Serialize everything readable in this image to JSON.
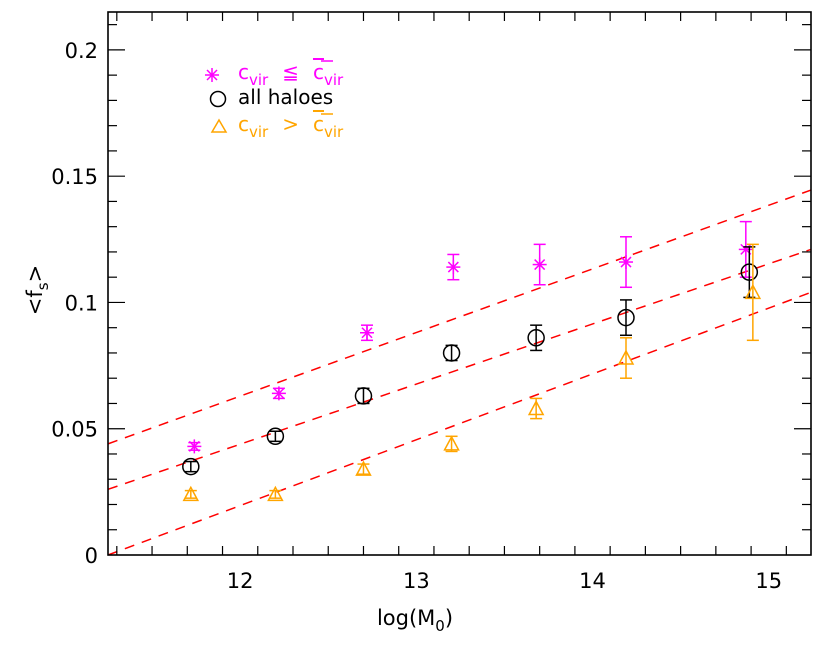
{
  "chart_data": {
    "type": "scatter",
    "title": "",
    "xlabel": "log(M_0)",
    "xlabel_main": "log(M",
    "xlabel_sub": "0",
    "xlabel_close": ")",
    "ylabel": "<f_s>",
    "ylabel_open": "<f",
    "ylabel_sub": "s",
    "ylabel_close": ">",
    "xlim": [
      11.25,
      15.24
    ],
    "ylim": [
      0,
      0.215
    ],
    "x_ticks": [
      12,
      13,
      14,
      15
    ],
    "x_tick_labels": [
      "12",
      "13",
      "14",
      "15"
    ],
    "y_ticks": [
      0,
      0.05,
      0.1,
      0.15,
      0.2
    ],
    "y_tick_labels": [
      "0",
      "0.05",
      "0.1",
      "0.15",
      "0.2"
    ],
    "grid": false,
    "legend_position": "upper left",
    "series": [
      {
        "name": "c_vir <= c̄_vir",
        "legend": {
          "symbol": "asterisk",
          "label_main": "c",
          "label_sub": "vir",
          "relation": "≦",
          "label_bar": "c",
          "label_bar_sub": "vir"
        },
        "color": "#ff00ff",
        "marker": "asterisk",
        "x": [
          11.74,
          12.22,
          12.72,
          13.21,
          13.7,
          14.19,
          14.87
        ],
        "y": [
          0.043,
          0.064,
          0.088,
          0.114,
          0.115,
          0.116,
          0.121
        ],
        "yerr": [
          0.0015,
          0.002,
          0.003,
          0.005,
          0.008,
          0.01,
          0.011
        ]
      },
      {
        "name": "all haloes",
        "legend": {
          "symbol": "circle",
          "label": "all haloes"
        },
        "color": "#000000",
        "marker": "circle",
        "x": [
          11.72,
          12.2,
          12.7,
          13.2,
          13.68,
          14.19,
          14.89
        ],
        "y": [
          0.035,
          0.047,
          0.063,
          0.08,
          0.086,
          0.094,
          0.112
        ],
        "yerr": [
          0.002,
          0.002,
          0.003,
          0.003,
          0.005,
          0.007,
          0.01
        ]
      },
      {
        "name": "c_vir > c̄_vir",
        "legend": {
          "symbol": "triangle",
          "label_main": "c",
          "label_sub": "vir",
          "relation": ">",
          "label_bar": "c",
          "label_bar_sub": "vir"
        },
        "color": "#ffa500",
        "marker": "triangle",
        "x": [
          11.72,
          12.2,
          12.7,
          13.2,
          13.68,
          14.19,
          14.91
        ],
        "y": [
          0.024,
          0.024,
          0.034,
          0.044,
          0.058,
          0.078,
          0.104
        ],
        "yerr": [
          0.0015,
          0.0015,
          0.002,
          0.003,
          0.004,
          0.008,
          0.019
        ]
      }
    ],
    "fit_lines": [
      {
        "name": "fit-upper",
        "style": "dashed",
        "color": "#ff0000",
        "x": [
          11.25,
          15.24
        ],
        "y": [
          0.044,
          0.1445
        ]
      },
      {
        "name": "fit-middle",
        "style": "dashed",
        "color": "#ff0000",
        "x": [
          11.25,
          15.24
        ],
        "y": [
          0.026,
          0.121
        ]
      },
      {
        "name": "fit-lower",
        "style": "dashed",
        "color": "#ff0000",
        "x": [
          11.25,
          15.24
        ],
        "y": [
          0.0,
          0.104
        ]
      }
    ]
  }
}
